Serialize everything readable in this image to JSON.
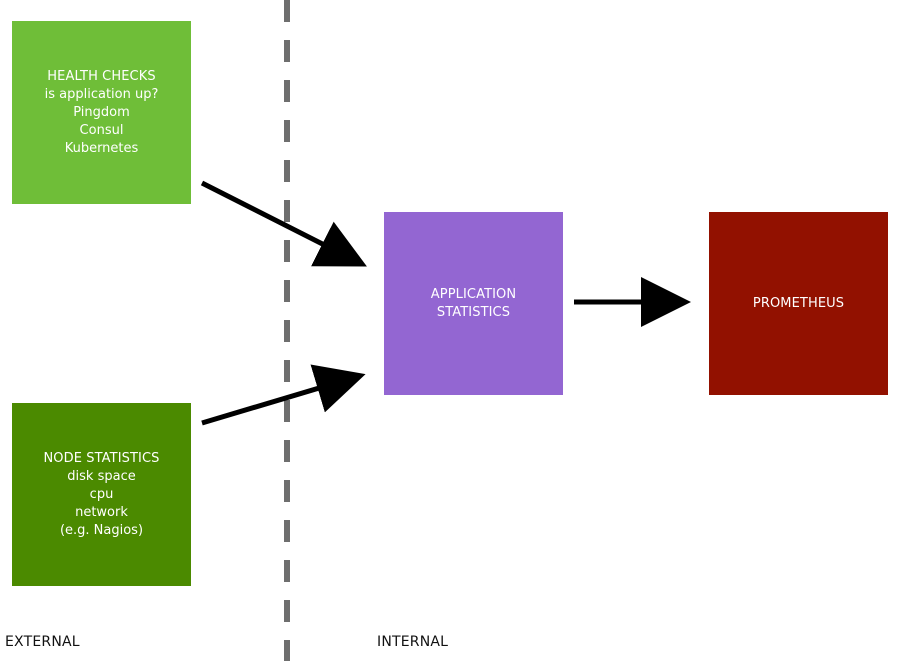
{
  "colors": {
    "health_checks": "#6fbe38",
    "node_statistics": "#4b8a00",
    "application_statistics": "#9366d2",
    "prometheus": "#921100",
    "arrow": "#000000",
    "divider": "#6e6e6e"
  },
  "boxes": {
    "health_checks": {
      "title": "HEALTH CHECKS",
      "lines": [
        "is application up?",
        "Pingdom",
        "Consul",
        "Kubernetes"
      ]
    },
    "node_statistics": {
      "title": "NODE STATISTICS",
      "lines": [
        "disk space",
        "cpu",
        "network",
        "(e.g. Nagios)"
      ]
    },
    "application_statistics": {
      "title_lines": [
        "APPLICATION",
        "STATISTICS"
      ]
    },
    "prometheus": {
      "title": "PROMETHEUS"
    }
  },
  "zones": {
    "external": "EXTERNAL",
    "internal": "INTERNAL"
  }
}
